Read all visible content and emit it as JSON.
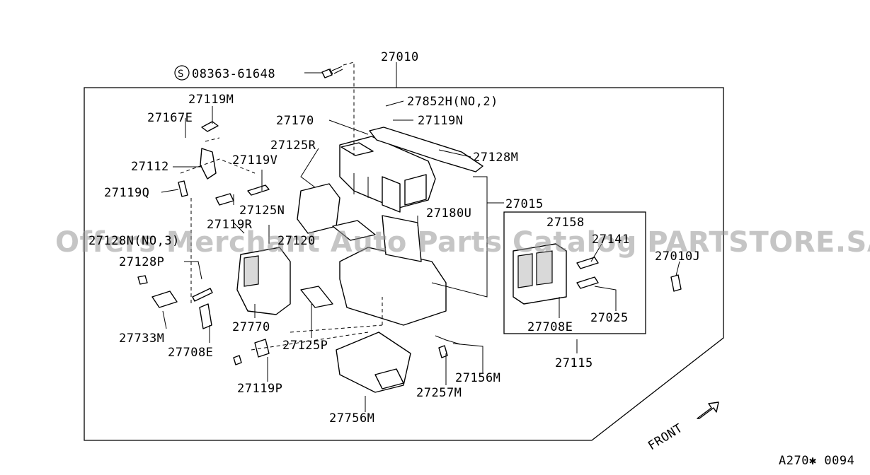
{
  "diagram": {
    "assembly_label": "27010",
    "screw_symbol": "S",
    "screw_label": "08363-61648",
    "front_label": "FRONT",
    "catalog_code": "A270✱ 0094",
    "watermark": "Offers Merchant Auto Parts Catalog PARTSTORE.SA",
    "sub_assembly_label": "27015",
    "blower_group_label": "27115",
    "parts": {
      "p27119M": "27119M",
      "p27167E": "27167E",
      "p27112": "27112",
      "p27119Q": "27119Q",
      "p27119V": "27119V",
      "p27125N": "27125N",
      "p27119R": "27119R",
      "p27125R": "27125R",
      "p27170": "27170",
      "p27852H": "27852H(NO,2)",
      "p27119N": "27119N",
      "p27128M": "27128M",
      "p27180U": "27180U",
      "p27158": "27158",
      "p27141": "27141",
      "p27010J": "27010J",
      "p27128N": "27128N(NO,3)",
      "p27120": "27120",
      "p27128P": "27128P",
      "p27733M": "27733M",
      "p27770": "27770",
      "p27708E_left": "27708E",
      "p27125P": "27125P",
      "p27119P": "27119P",
      "p27756M": "27756M",
      "p27257M": "27257M",
      "p27156M": "27156M",
      "p27708E_right": "27708E",
      "p27025": "27025"
    }
  }
}
